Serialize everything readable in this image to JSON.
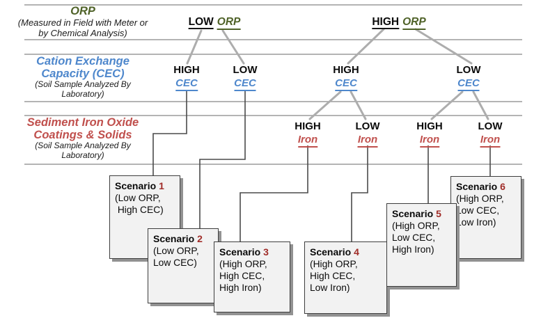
{
  "left_panel": {
    "orp": {
      "title": "ORP",
      "subtitle1": "(Measured in Field with Meter or",
      "subtitle2": "by Chemical Analysis)"
    },
    "cec": {
      "title1": "Cation Exchange",
      "title2": "Capacity (CEC)",
      "subtitle1": "(Soil Sample Analyzed By",
      "subtitle2": "Laboratory)"
    },
    "iron": {
      "title1": "Sediment Iron Oxide",
      "title2": "Coatings & Solids",
      "subtitle1": "(Soil Sample Analyzed By",
      "subtitle2": "Laboratory)"
    }
  },
  "tree": {
    "orp_nodes": [
      {
        "level": "LOW",
        "label": "ORP"
      },
      {
        "level": "HIGH",
        "label": "ORP"
      }
    ],
    "cec_nodes": [
      {
        "level": "HIGH",
        "label": "CEC"
      },
      {
        "level": "LOW",
        "label": "CEC"
      },
      {
        "level": "HIGH",
        "label": "CEC"
      },
      {
        "level": "LOW",
        "label": "CEC"
      }
    ],
    "iron_nodes": [
      {
        "level": "HIGH",
        "label": "Iron"
      },
      {
        "level": "LOW",
        "label": "Iron"
      },
      {
        "level": "HIGH",
        "label": "Iron"
      },
      {
        "level": "LOW",
        "label": "Iron"
      }
    ]
  },
  "scenarios": [
    {
      "title": "Scenario",
      "number": "1",
      "line1": "(Low ORP,",
      "line2": " High CEC)",
      "line3": ""
    },
    {
      "title": "Scenario",
      "number": "2",
      "line1": "(Low ORP,",
      "line2": "Low CEC)",
      "line3": ""
    },
    {
      "title": "Scenario",
      "number": "3",
      "line1": "(High ORP,",
      "line2": "High CEC,",
      "line3": "High Iron)"
    },
    {
      "title": "Scenario",
      "number": "4",
      "line1": "(High ORP,",
      "line2": "High CEC,",
      "line3": "Low Iron)"
    },
    {
      "title": "Scenario",
      "number": "5",
      "line1": "(High ORP,",
      "line2": "Low CEC,",
      "line3": "High Iron)"
    },
    {
      "title": "Scenario",
      "number": "6",
      "line1": "(High ORP,",
      "line2": "Low CEC,",
      "line3": "Low Iron)"
    }
  ],
  "colors": {
    "orp_green": "#4f6228",
    "cec_blue": "#4e87cc",
    "iron_red": "#c0504d",
    "scenario_number_red": "#a02c28",
    "band_line_gray": "#9b9b9b",
    "branch_line_gray": "#adadad",
    "connector_dark_gray": "#4a4a4a",
    "box_fill": "#f2f2f2"
  }
}
